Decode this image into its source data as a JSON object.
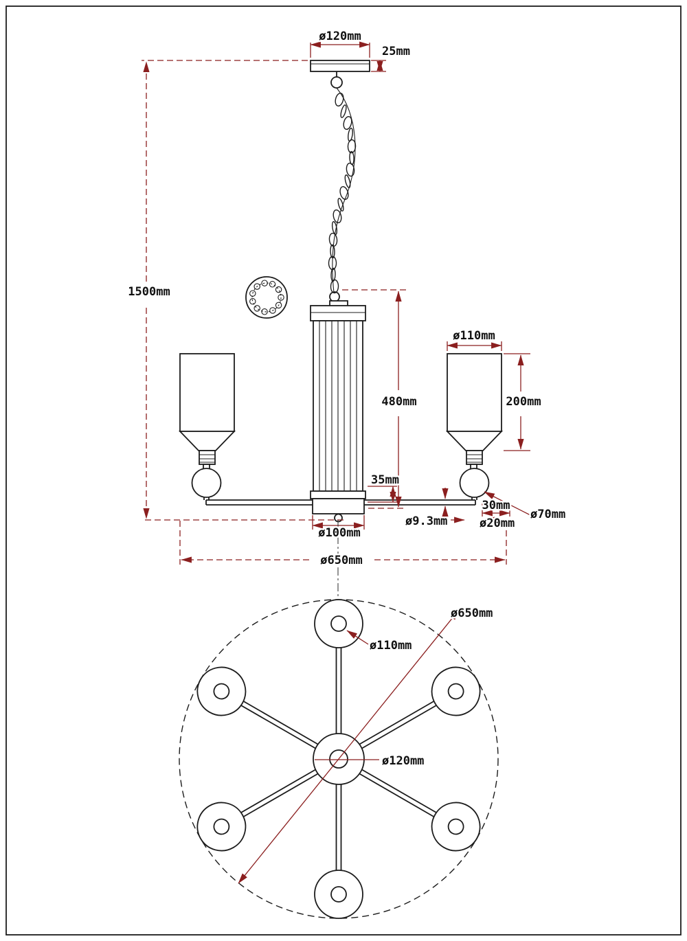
{
  "drawing": {
    "colors": {
      "line": "#1c1c1c",
      "dimension": "#8b1f1f",
      "background": "#ffffff"
    },
    "plan": {
      "arm_count": 6
    },
    "labels": {
      "canopy_diameter": "ø120mm",
      "canopy_height": "25mm",
      "overall_height": "1500mm",
      "shade_diameter": "ø110mm",
      "body_height": "480mm",
      "shade_height": "200mm",
      "hub_offset": "35mm",
      "arm_tube_diameter": "ø9.3mm",
      "joint_offset": "30mm",
      "socket_diameter": "ø20mm",
      "ball_diameter": "ø70mm",
      "hub_diameter": "ø100mm",
      "overall_diameter_front": "ø650mm",
      "overall_diameter_plan": "ø650mm",
      "shade_diameter_plan": "ø110mm",
      "center_diameter_plan": "ø120mm"
    }
  }
}
